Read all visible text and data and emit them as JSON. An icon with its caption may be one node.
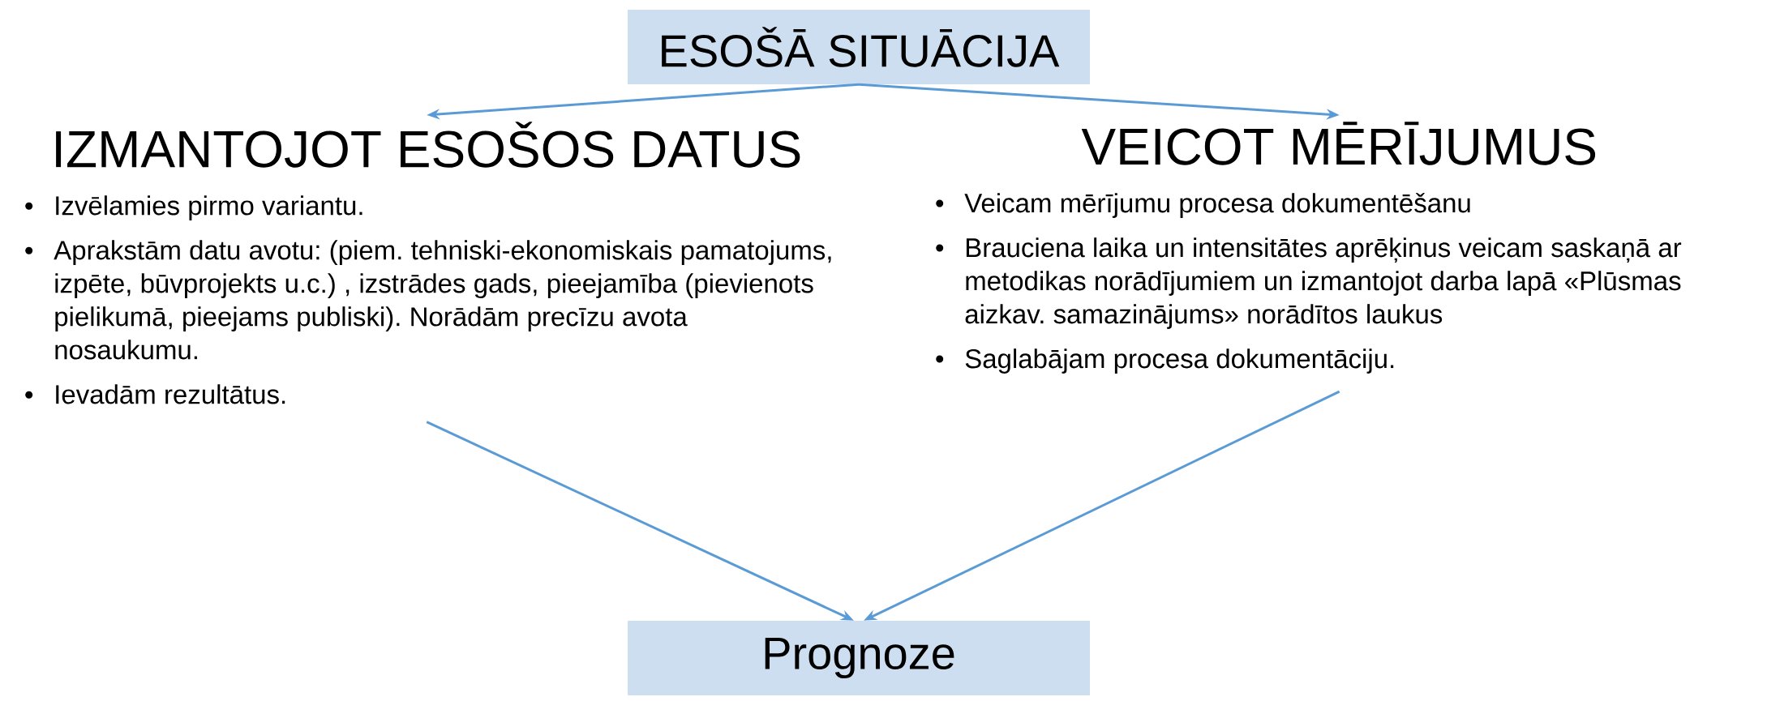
{
  "diagram": {
    "nodes": [
      {
        "text": [
          "ESOŠĀ SITUĀCIJA"
        ]
      },
      {
        "text": [
          "IZMANTOJOT ESOŠOS DATUS",
          "Izvēlamies pirmo variantu.",
          "Aprakstām datu avotu: (piem. tehniski-ekonomiskais pamatojums, izpēte, būvprojekts u.c.) , izstrādes gads, pieejamība (pievienots pielikumā, pieejams publiski). Norādām precīzu avota nosaukumu.",
          "Ievadām rezultātus."
        ]
      },
      {
        "text": [
          "VEICOT MĒRĪJUMUS",
          "Veicam mērījumu procesa dokumentēšanu",
          "Brauciena laika un intensitātes aprēķinus veicam saskaņā ar metodikas norādījumiem un izmantojot darba lapā «Plūsmas aizkav. samazinājums» norādītos laukus",
          "Saglabājam procesa dokumentāciju."
        ]
      },
      {
        "text": [
          "Prognoze"
        ]
      }
    ],
    "edges": [
      {
        "from": 0,
        "to": 1,
        "arrow": "to"
      },
      {
        "from": 0,
        "to": 2,
        "arrow": "to"
      },
      {
        "from": 1,
        "to": 3,
        "arrow": "to"
      },
      {
        "from": 2,
        "to": 3,
        "arrow": "to"
      }
    ]
  }
}
